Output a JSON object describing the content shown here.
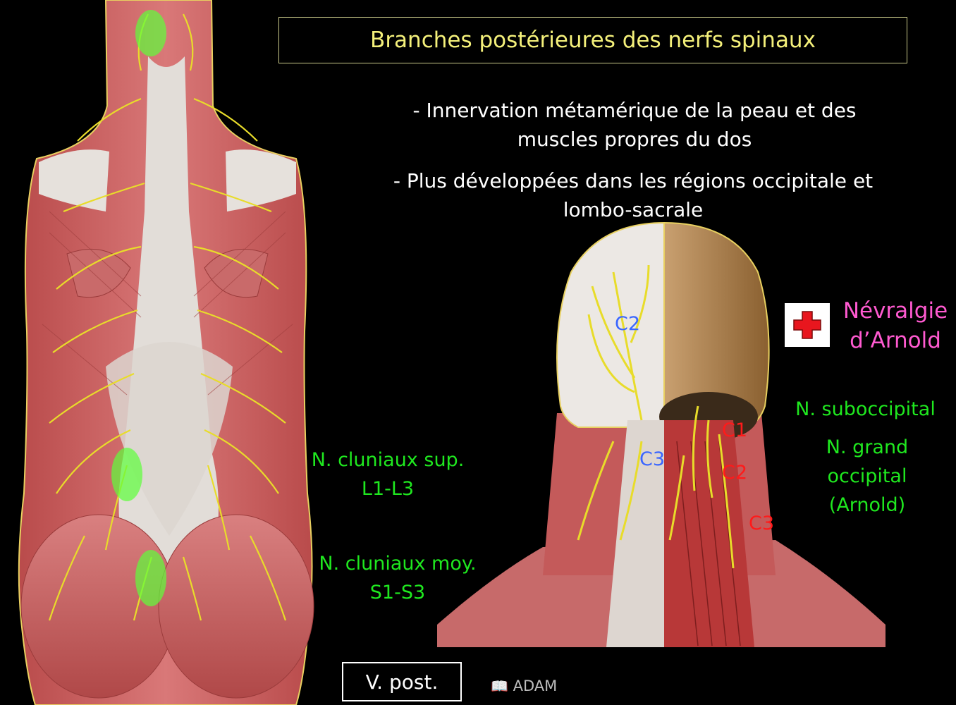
{
  "title": "Branches postérieures des nerfs spinaux",
  "bullets": [
    {
      "line1": "- Innervation métamérique de la peau et des",
      "line2": "muscles propres du dos"
    },
    {
      "line1": "- Plus développées dans les régions occipitale et",
      "line2": "lombo-sacrale"
    }
  ],
  "back_labels": {
    "cluniaux_sup": {
      "line1": "N. cluniaux sup.",
      "line2": "L1-L3"
    },
    "cluniaux_moy": {
      "line1": "N. cluniaux moy.",
      "line2": "S1-S3"
    }
  },
  "head_labels": {
    "c2_blue": "C2",
    "c3_blue": "C3",
    "c1_red": "C1",
    "c2_red": "C2",
    "c3_red": "C3"
  },
  "neuralgia": {
    "line1": "Névralgie",
    "line2": "d’Arnold"
  },
  "nerves": {
    "suboccipital": "N. suboccipital",
    "grand_occipital": {
      "line1": "N. grand",
      "line2": "occipital",
      "line3": "(Arnold)"
    }
  },
  "view_label": "V. post.",
  "source": "ADAM",
  "colors": {
    "title_text": "#f4f07a",
    "green_label": "#1fe81f",
    "pink_label": "#ff5ad0",
    "blue_label": "#3a66ff",
    "red_label": "#ff1a1a",
    "muscle": "#c85a5a",
    "nerve": "#e8dc2a"
  }
}
